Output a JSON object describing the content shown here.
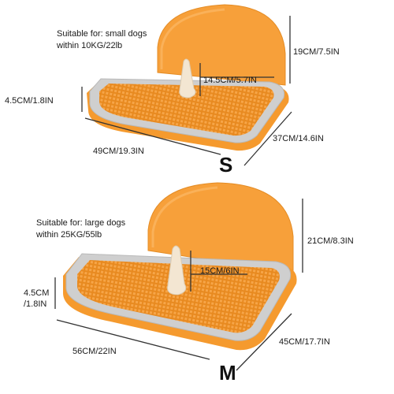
{
  "colors": {
    "tray_orange": "#f59a2e",
    "shield_orange": "#f7a03a",
    "frame_gray": "#c9c9c9",
    "post_cream": "#f3e6d2",
    "dimension_line": "#333333"
  },
  "small": {
    "suitable_line1": "Suitable for: small dogs",
    "suitable_line2": "within 10KG/22lb",
    "wall_height": "19CM/7.5IN",
    "post_height": "14.5CM/5.7IN",
    "rim_height": "4.5CM/1.8IN",
    "length": "49CM/19.3IN",
    "width": "37CM/14.6IN",
    "size_letter": "S"
  },
  "medium": {
    "suitable_line1": "Suitable for: large dogs",
    "suitable_line2": "within 25KG/55lb",
    "wall_height": "21CM/8.3IN",
    "post_height": "15CM/6IN",
    "rim_height_line1": "4.5CM",
    "rim_height_line2": "/1.8IN",
    "length": "56CM/22IN",
    "width": "45CM/17.7IN",
    "size_letter": "M"
  }
}
